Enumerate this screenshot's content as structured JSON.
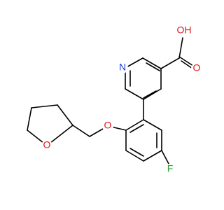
{
  "molecule": {
    "atoms": {
      "n_pyridine": {
        "label": "N",
        "color": "#1f3fd1"
      },
      "o_carbonyl": {
        "label": "O",
        "color": "#e0191b"
      },
      "oh_acid": {
        "label": "OH",
        "color": "#e0191b"
      },
      "o_ether": {
        "label": "O",
        "color": "#e0191b"
      },
      "o_ring": {
        "label": "O",
        "color": "#e0191b"
      },
      "f_fluoro": {
        "label": "F",
        "color": "#2f9e2f"
      }
    },
    "bond_color": "#000000"
  }
}
